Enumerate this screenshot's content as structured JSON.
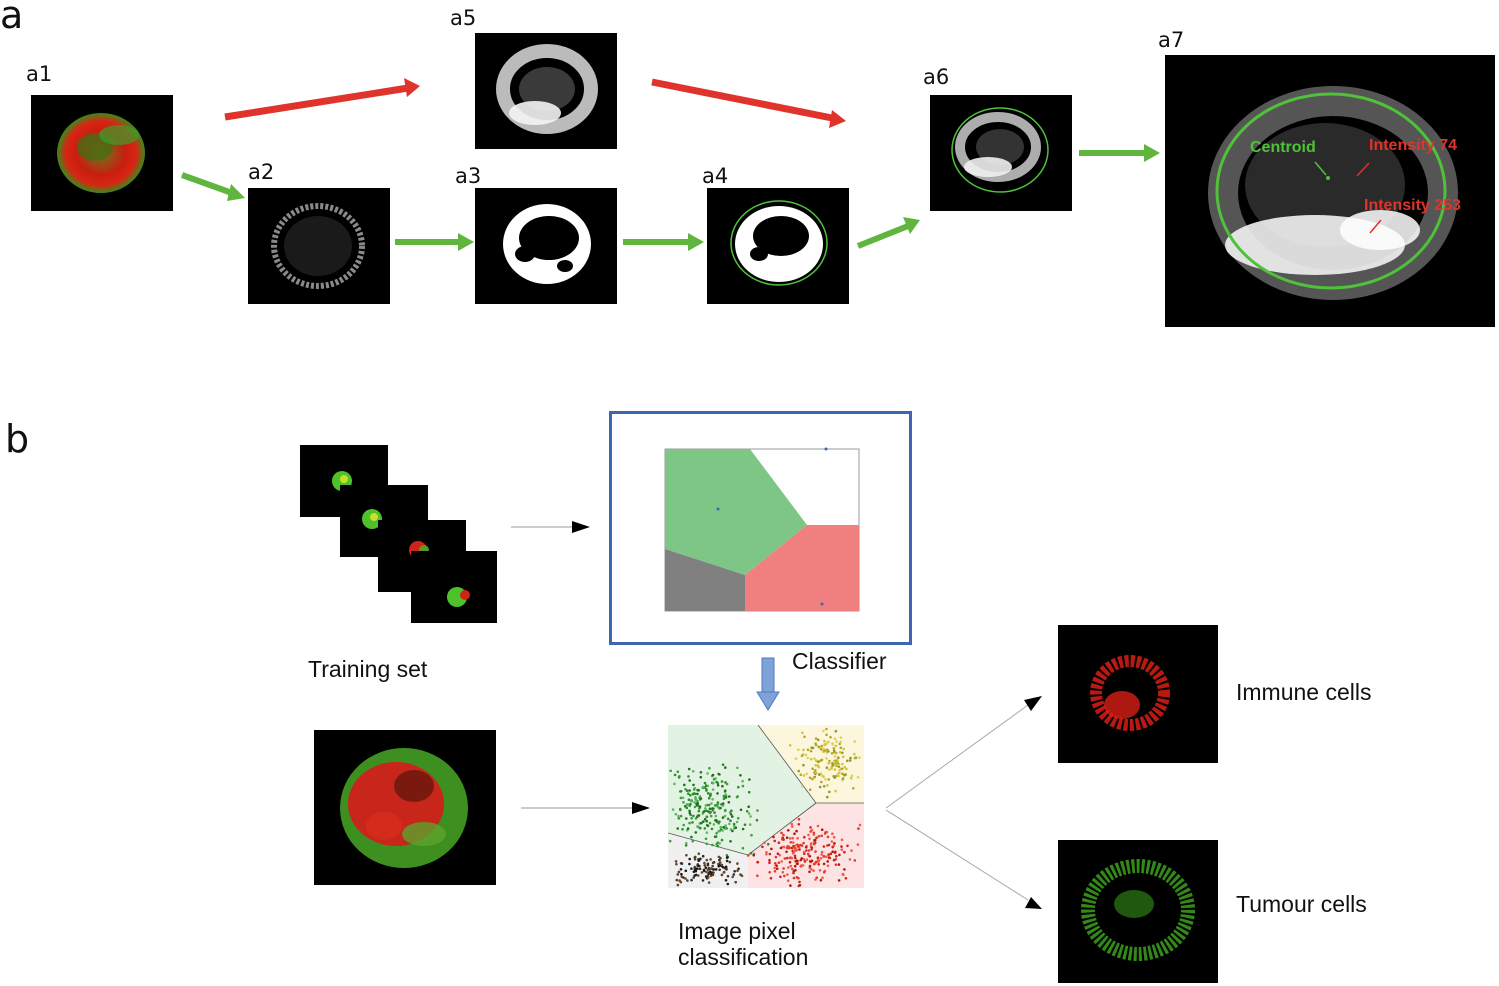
{
  "panel_a": {
    "letter": "a",
    "labels": {
      "a1": "a1",
      "a2": "a2",
      "a3": "a3",
      "a4": "a4",
      "a5": "a5",
      "a6": "a6",
      "a7": "a7"
    },
    "annotations": {
      "centroid": "Centroid",
      "intensity_74": "Intensity 74",
      "intensity_253": "Intensity 253"
    }
  },
  "panel_b": {
    "letter": "b",
    "training_set": "Training set",
    "classifier": "Classifier",
    "pixel_classification": "Image pixel classification",
    "immune_cells": "Immune cells",
    "tumour_cells": "Tumour cells"
  },
  "colors": {
    "red_arrow": "#e0332b",
    "green_arrow": "#5fb53d",
    "ellipse_green": "#4fc23a",
    "blue_frame": "#3c66b0",
    "classifier_green": "#7ec685",
    "classifier_red": "#f07f7f",
    "classifier_gray": "#808080"
  }
}
